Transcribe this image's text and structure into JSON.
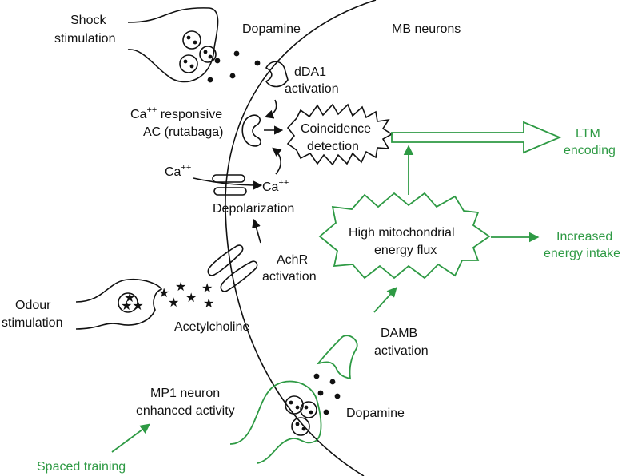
{
  "colors": {
    "black": "#111111",
    "green": "#2e9a44"
  },
  "labels": {
    "shock_1": "Shock",
    "shock_2": "stimulation",
    "dopamine_top": "Dopamine",
    "mb_neurons": "MB neurons",
    "dda1_1": "dDA1",
    "dda1_2": "activation",
    "ca_resp_1_main": "Ca",
    "ca_resp_1_sup": "++",
    "ca_resp_1_rest": " responsive",
    "ca_resp_2": "AC (rutabaga)",
    "coinc_1": "Coincidence",
    "coinc_2": "detection",
    "ltm_1": "LTM",
    "ltm_2": "encoding",
    "ca_left_main": "Ca",
    "ca_left_sup": "++",
    "ca_right_main": "Ca",
    "ca_right_sup": "++",
    "depolarization": "Depolarization",
    "mito_1": "High mitochondrial",
    "mito_2": "energy flux",
    "intake_1": "Increased",
    "intake_2": "energy intake",
    "achr_1": "AchR",
    "achr_2": "activation",
    "odour_1": "Odour",
    "odour_2": "stimulation",
    "acetylcholine": "Acetylcholine",
    "damb_1": "DAMB",
    "damb_2": "activation",
    "mp1_1": "MP1 neuron",
    "mp1_2": "enhanced activity",
    "dopamine_bottom": "Dopamine",
    "spaced": "Spaced training"
  }
}
